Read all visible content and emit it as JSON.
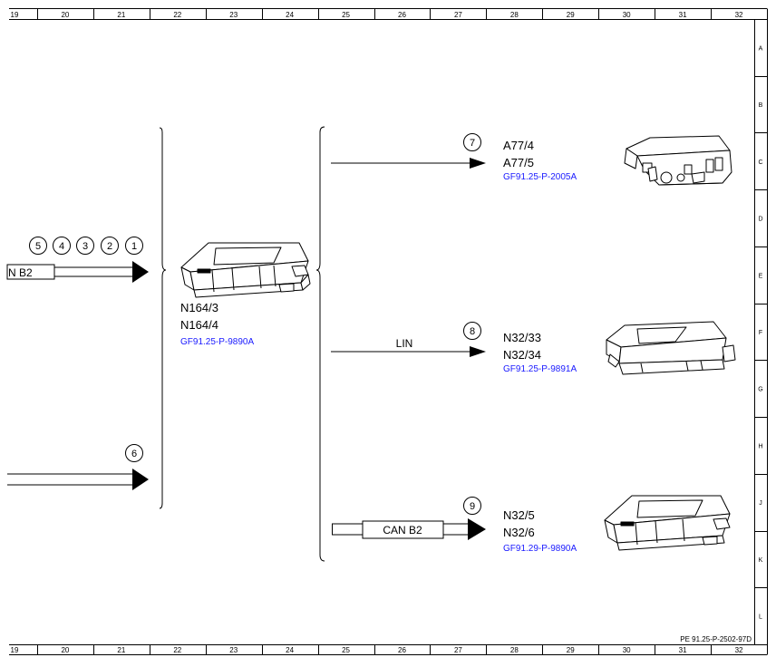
{
  "frame": {
    "columns": [
      "19",
      "20",
      "21",
      "22",
      "23",
      "24",
      "25",
      "26",
      "27",
      "28",
      "29",
      "30",
      "31",
      "32"
    ],
    "rows": [
      "A",
      "B",
      "C",
      "D",
      "E",
      "F",
      "G",
      "H",
      "J",
      "K",
      "L"
    ],
    "drawing_number": "PE 91.25-P-2502-97D"
  },
  "inputs": {
    "bus_label": "N B2",
    "bubbles_upper": [
      "5",
      "4",
      "3",
      "2",
      "1"
    ],
    "bubble_lower": "6"
  },
  "center_module": {
    "line1": "N164/3",
    "line2": "N164/4",
    "ref": "GF91.25-P-9890A"
  },
  "outputs": [
    {
      "bubble": "7",
      "line1": "A77/4",
      "line2": "A77/5",
      "ref": "GF91.25-P-2005A",
      "bus_label": ""
    },
    {
      "bubble": "8",
      "line1": "N32/33",
      "line2": "N32/34",
      "ref": "GF91.25-P-9891A",
      "bus_label": "LIN"
    },
    {
      "bubble": "9",
      "line1": "N32/5",
      "line2": "N32/6",
      "ref": "GF91.29-P-9890A",
      "bus_label": "CAN B2"
    }
  ],
  "colors": {
    "line": "#000000",
    "ref_text": "#1a1aff",
    "background": "#ffffff"
  }
}
